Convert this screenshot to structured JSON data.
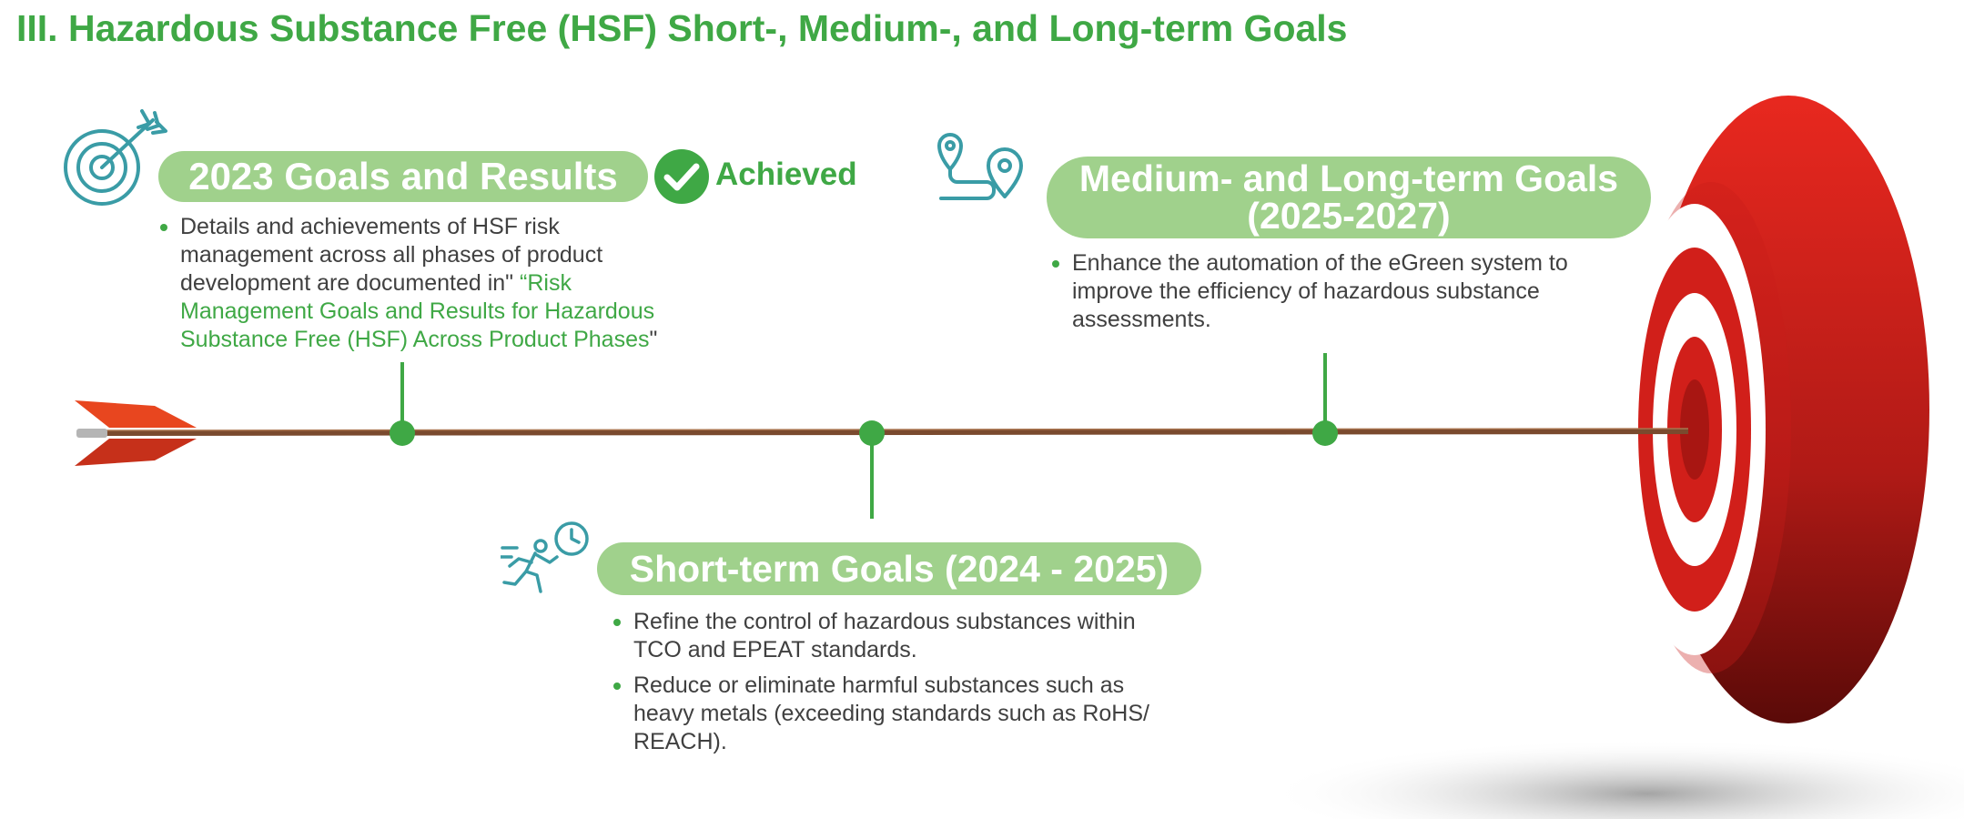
{
  "title": "III. Hazardous Substance Free (HSF) Short-, Medium-, and Long-term Goals",
  "goals_2023": {
    "heading": "2023 Goals and Results",
    "status": "Achieved",
    "bullet": {
      "text_before": "Details and achievements of HSF risk management across all phases of product development are documented in\"",
      "link_text": "“Risk Management Goals and Results for Hazardous Substance Free (HSF) Across Product Phases",
      "text_after": "\""
    }
  },
  "medium_long_goals": {
    "heading_line1": "Medium- and Long-term Goals",
    "heading_line2": "(2025-2027)",
    "bullets": [
      "Enhance the automation of the eGreen system to improve the efficiency of hazardous substance assessments."
    ]
  },
  "short_term_goals": {
    "heading": "Short-term Goals (2024 - 2025)",
    "bullets": [
      "Refine the control of hazardous substances within TCO and EPEAT standards.",
      "Reduce or eliminate harmful substances such as heavy metals (exceeding standards such as RoHS/ REACH)."
    ]
  },
  "colors": {
    "brand_green": "#3fa845",
    "pill_green": "#a0d18c",
    "icon_teal": "#3a9ca6",
    "arrow_brown": "#7a4a2e",
    "target_red": "#d6261f"
  }
}
